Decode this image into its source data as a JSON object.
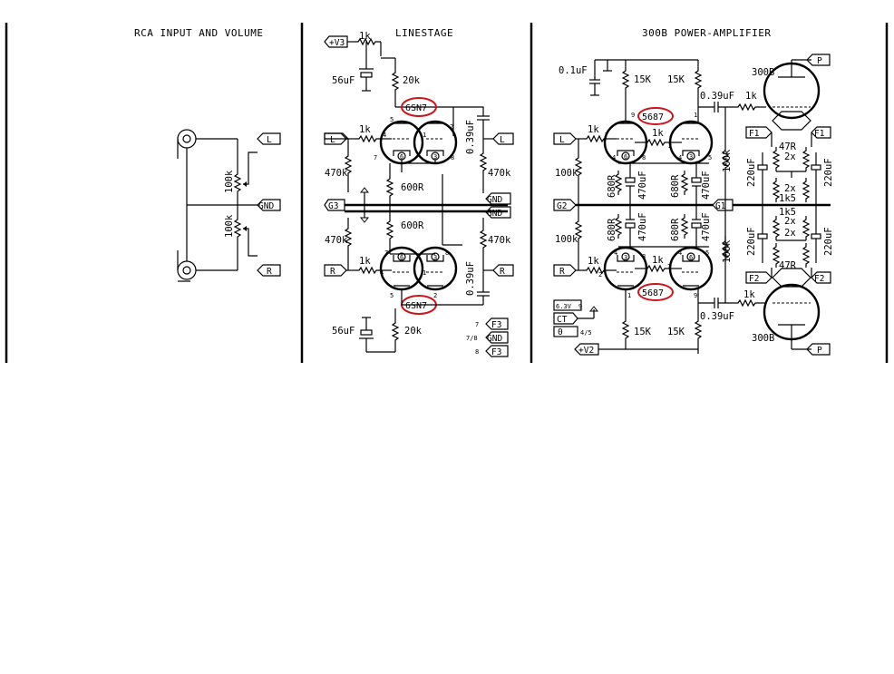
{
  "sections": {
    "rca": {
      "title": "RCA INPUT AND VOLUME"
    },
    "linestage": {
      "title": "LINESTAGE"
    },
    "power": {
      "title": "300B POWER-AMPLIFIER"
    }
  },
  "rca": {
    "pot_top": "100k",
    "pot_bot": "100k",
    "flag_L": "L",
    "flag_gnd": "GND",
    "flag_R": "R"
  },
  "linestage": {
    "v3": "+V3",
    "r_top": "1k",
    "cap_top": "56uF",
    "ra_top": "20k",
    "tube_top": "6SN7",
    "tube_bot": "6SN7",
    "in_L": "L",
    "in_R": "R",
    "g3": "G3",
    "rg_top": "1k",
    "rg_bot": "1k",
    "r470_1": "470k",
    "r470_2": "470k",
    "r470_3": "470k",
    "r470_4": "470k",
    "rk_top": "600R",
    "rk_bot": "600R",
    "cap_out_top": "0.39uF",
    "cap_out_bot": "0.39uF",
    "out_L": "L",
    "out_R": "R",
    "gnd1": "GND",
    "gnd2": "GND",
    "cap_bot": "56uF",
    "ra_bot": "20k",
    "heat": [
      {
        "pin": "7",
        "label": "F3"
      },
      {
        "pin": "7/8",
        "label": "GND"
      },
      {
        "pin": "8",
        "label": "F3"
      }
    ]
  },
  "power": {
    "cap_top": "0.1uF",
    "r15k_1": "15K",
    "r15k_2": "15K",
    "tube_top": "5687",
    "tube_bot": "5687",
    "cap039_top": "0.39uF",
    "cap039_bot": "0.39uF",
    "r1k_top": "1k",
    "r1k_bot": "1k",
    "p_top": "P",
    "p_bot": "P",
    "tube300_top": "300B",
    "tube300_bot": "300B",
    "in_L": "L",
    "in_R": "R",
    "g2": "G2",
    "g1": "G1",
    "rg1": "1k",
    "rg2": "1k",
    "rk1": "1k",
    "rk2": "1k",
    "r100k_1": "100k",
    "r100k_2": "100k",
    "r100k_3": "100k",
    "r100k_4": "100k",
    "r680_1": "680R",
    "r680_2": "680R",
    "r680_3": "680R",
    "r680_4": "680R",
    "c470_1": "470uF",
    "c470_2": "470uF",
    "c470_3": "470uF",
    "c470_4": "470uF",
    "f1a": "F1",
    "f1b": "F1",
    "f2a": "F2",
    "f2b": "F2",
    "r47_top": "47R",
    "r47_bot": "47R",
    "x2_1": "2x",
    "x2_2": "2x",
    "x2_3": "2x",
    "x2_4": "2x",
    "r1k5_1": "1k5",
    "r1k5_2": "1k5",
    "c220_1": "220uF",
    "c220_2": "220uF",
    "c220_3": "220uF",
    "c220_4": "220uF",
    "h63": "6.3V",
    "h63pin": "9",
    "ct": "CT",
    "zero": "0",
    "pin45": "4/5",
    "v2": "+V2",
    "r15k_3": "15K",
    "r15k_4": "15K"
  }
}
